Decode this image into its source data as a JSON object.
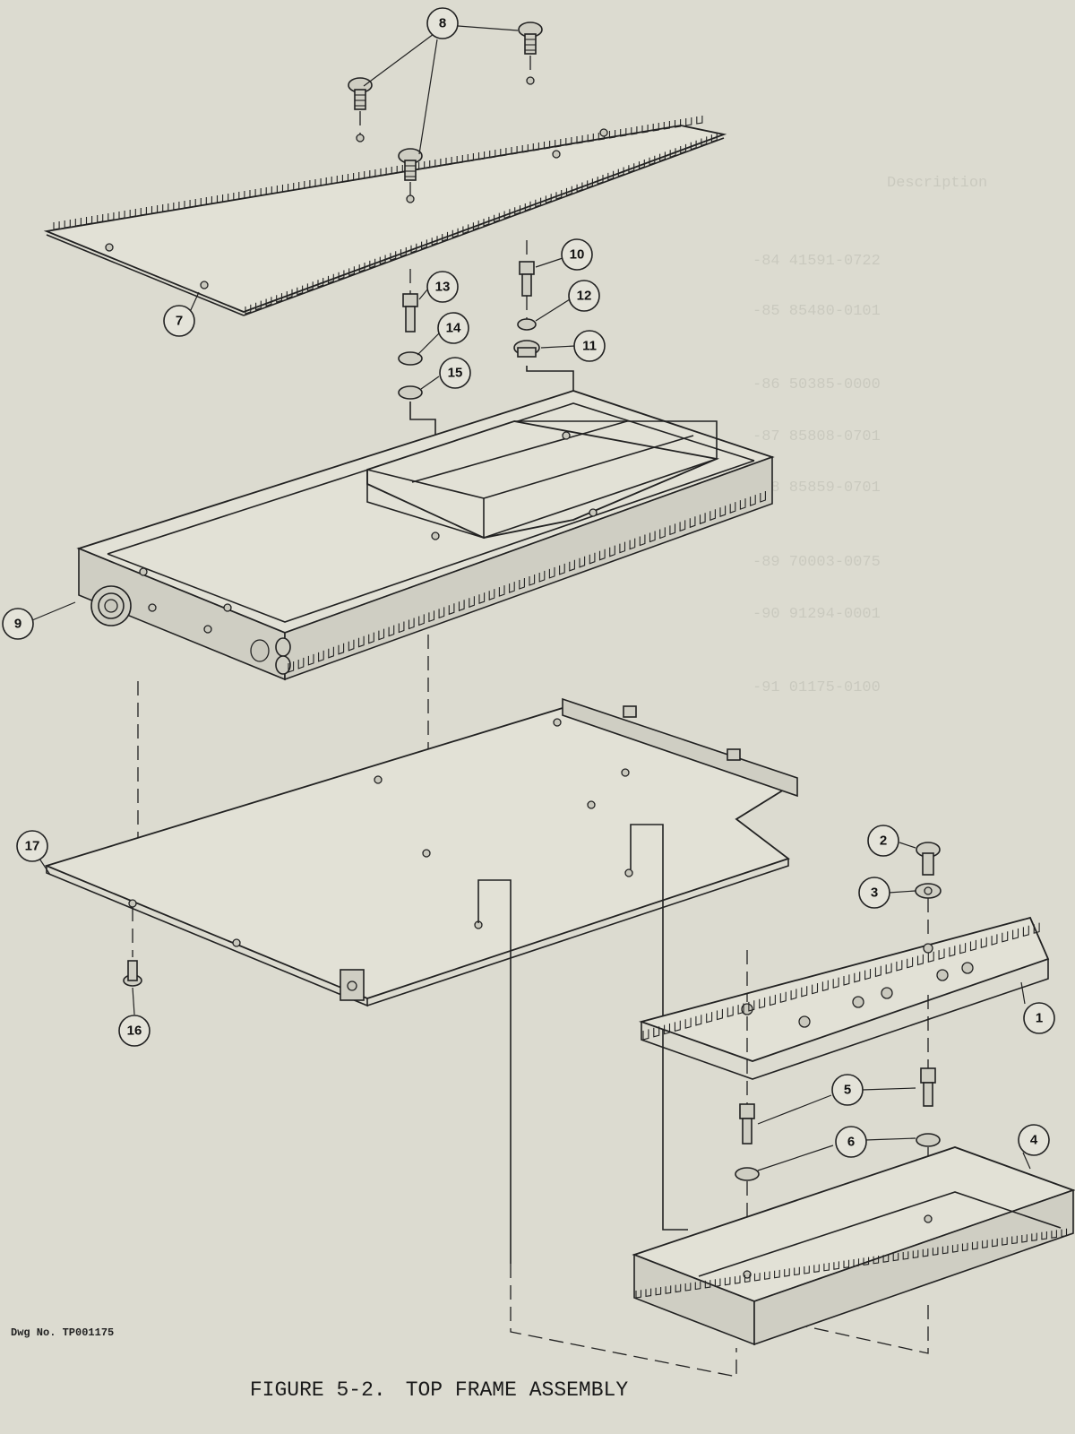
{
  "drawing": {
    "number_label": "Dwg No. TP001175",
    "figure_number": "FIGURE 5-2.",
    "figure_title": "TOP FRAME ASSEMBLY"
  },
  "callouts": [
    "1",
    "2",
    "3",
    "4",
    "5",
    "6",
    "7",
    "8",
    "9",
    "10",
    "11",
    "12",
    "13",
    "14",
    "15",
    "16",
    "17"
  ],
  "show_through_text": {
    "heading": "Description",
    "rows": [
      "-84 41591-0722",
      "-85 85480-0101",
      "-86 50385-0000",
      "-87 85808-0701",
      "-88 85859-0701",
      "-89 70003-0075",
      "-90 91294-0001",
      "-91 01175-0100"
    ]
  }
}
